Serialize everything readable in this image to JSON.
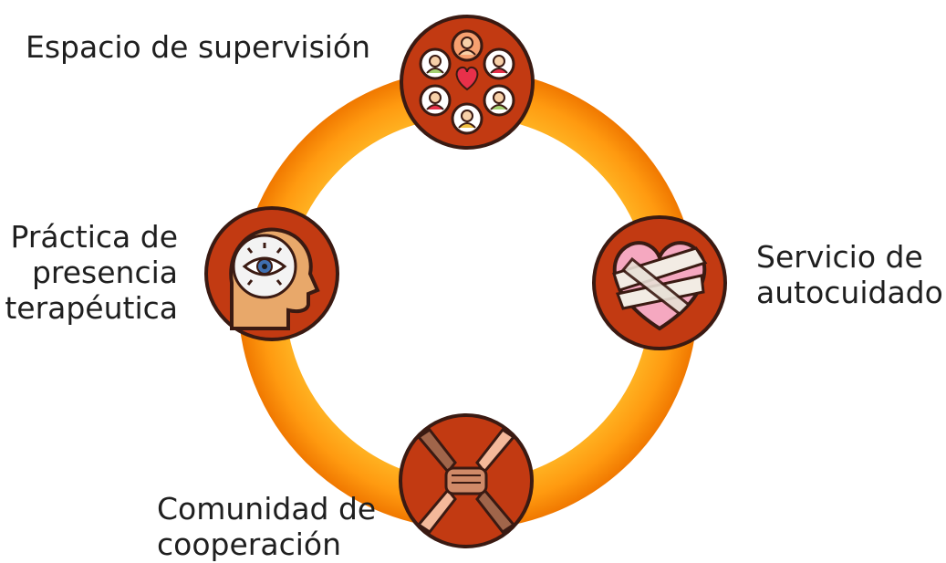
{
  "nodes": [
    {
      "id": "top",
      "label_lines": [
        "Espacio de supervisión"
      ],
      "icon": "people-circle-heart-icon"
    },
    {
      "id": "right",
      "label_lines": [
        "Servicio de",
        "autocuidado"
      ],
      "icon": "bandaged-heart-icon"
    },
    {
      "id": "bottom",
      "label_lines": [
        "Comunidad de",
        "cooperación"
      ],
      "icon": "joined-hands-icon"
    },
    {
      "id": "left",
      "label_lines": [
        "Práctica de",
        "presencia",
        "terapéutica"
      ],
      "icon": "head-eye-icon"
    }
  ],
  "colors": {
    "ring_outer": "#f07800",
    "ring_inner": "#ffb020",
    "node_fill": "#c23a12",
    "node_border": "#3a1a12",
    "node_inner": "#ffffff"
  }
}
